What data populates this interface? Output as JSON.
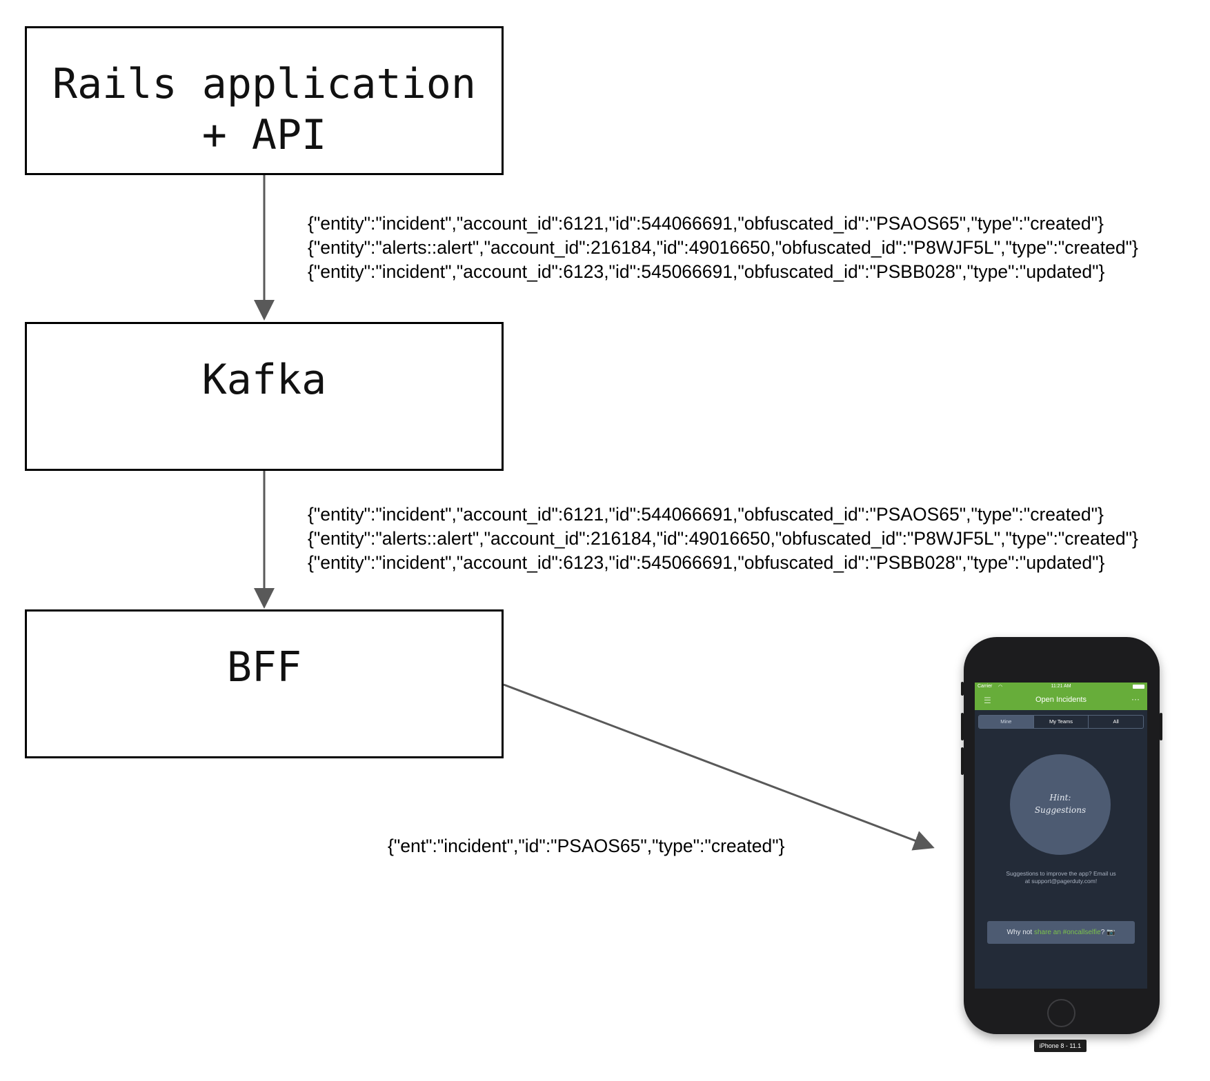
{
  "nodes": {
    "rails": "Rails application\n+ API",
    "kafka": "Kafka",
    "bff": "BFF"
  },
  "messages_rails_to_kafka": [
    "{\"entity\":\"incident\",\"account_id\":6121,\"id\":544066691,\"obfuscated_id\":\"PSAOS65\",\"type\":\"created\"}",
    "{\"entity\":\"alerts::alert\",\"account_id\":216184,\"id\":49016650,\"obfuscated_id\":\"P8WJF5L\",\"type\":\"created\"}",
    "{\"entity\":\"incident\",\"account_id\":6123,\"id\":545066691,\"obfuscated_id\":\"PSBB028\",\"type\":\"updated\"}"
  ],
  "messages_kafka_to_bff": [
    "{\"entity\":\"incident\",\"account_id\":6121,\"id\":544066691,\"obfuscated_id\":\"PSAOS65\",\"type\":\"created\"}",
    "{\"entity\":\"alerts::alert\",\"account_id\":216184,\"id\":49016650,\"obfuscated_id\":\"P8WJF5L\",\"type\":\"created\"}",
    "{\"entity\":\"incident\",\"account_id\":6123,\"id\":545066691,\"obfuscated_id\":\"PSBB028\",\"type\":\"updated\"}"
  ],
  "message_bff_to_phone": "{\"ent\":\"incident\",\"id\":\"PSAOS65\",\"type\":\"created\"}",
  "phone": {
    "carrier": "Carrier",
    "time": "11:21 AM",
    "title": "Open Incidents",
    "menu_icon": "menu-icon",
    "more_icon": "more-icon",
    "tabs": [
      "Mine",
      "My Teams",
      "All"
    ],
    "hint": "Hint:\nSuggestions",
    "suggest": "Suggestions to improve the app? Email us\nat support@pagerduty.com!",
    "share_prefix": "Why not ",
    "share_link": "share an #oncallselfie",
    "share_suffix": "? 📷",
    "device_label": "iPhone 8 - 11.1"
  },
  "colors": {
    "arrow": "#595959",
    "app_green": "#67ad3a",
    "screen_bg": "#232b38",
    "hint_circle": "#4d5b72"
  }
}
